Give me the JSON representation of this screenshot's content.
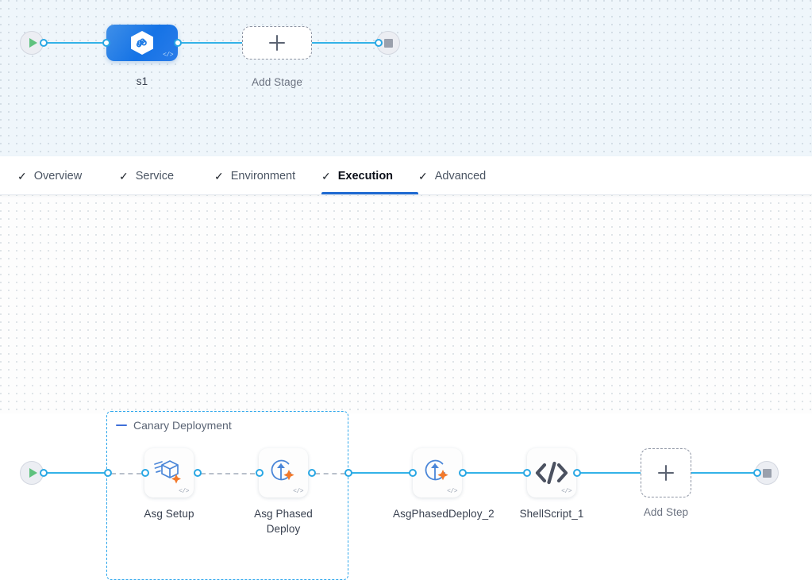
{
  "pipeline": {
    "start_node": {
      "icon": "play-icon",
      "label": ""
    },
    "end_node": {
      "icon": "stop-icon",
      "label": ""
    },
    "stage": {
      "label": "s1",
      "icon": "pipeline-hexagon-icon",
      "badge": "</>"
    },
    "add_stage": {
      "label": "Add Stage",
      "icon": "plus-icon"
    }
  },
  "tabs": [
    {
      "label": "Overview",
      "tick": "✓",
      "active": false
    },
    {
      "label": "Service",
      "tick": "✓",
      "active": false
    },
    {
      "label": "Environment",
      "tick": "✓",
      "active": false
    },
    {
      "label": "Execution",
      "tick": "✓",
      "active": true
    },
    {
      "label": "Advanced",
      "tick": "✓",
      "active": false
    }
  ],
  "execution": {
    "start_node": {
      "icon": "play-icon"
    },
    "end_node": {
      "icon": "stop-icon"
    },
    "group": {
      "title": "Canary Deployment",
      "collapse_icon": "minus-icon"
    },
    "steps": [
      {
        "label": "Asg Setup",
        "icon": "asg-setup-icon",
        "badge": "</>",
        "in_group": true
      },
      {
        "label": "Asg Phased Deploy",
        "icon": "asg-phased-deploy-icon",
        "badge": "</>",
        "in_group": true
      },
      {
        "label": "AsgPhasedDeploy_2",
        "icon": "asg-phased-deploy-icon",
        "badge": "</>",
        "in_group": false
      },
      {
        "label": "ShellScript_1",
        "icon": "shell-script-icon",
        "badge": "</>",
        "in_group": false
      }
    ],
    "add_step": {
      "label": "Add Step",
      "icon": "plus-icon"
    }
  },
  "colors": {
    "accent_blue": "#33b2e8",
    "active_tab_underline": "#1f6ad1",
    "stage_gradient_from": "#3f8fe8",
    "stage_gradient_to": "#1573e6",
    "group_border": "#2ea7ec",
    "step_icon_blue": "#4a86d8",
    "step_icon_orange": "#f2792b",
    "play_green": "#5fc27e",
    "stop_gray": "#9aa0ac",
    "panel_top_bg": "#eff6fb",
    "panel_bottom_bg": "#fdfdfd"
  }
}
